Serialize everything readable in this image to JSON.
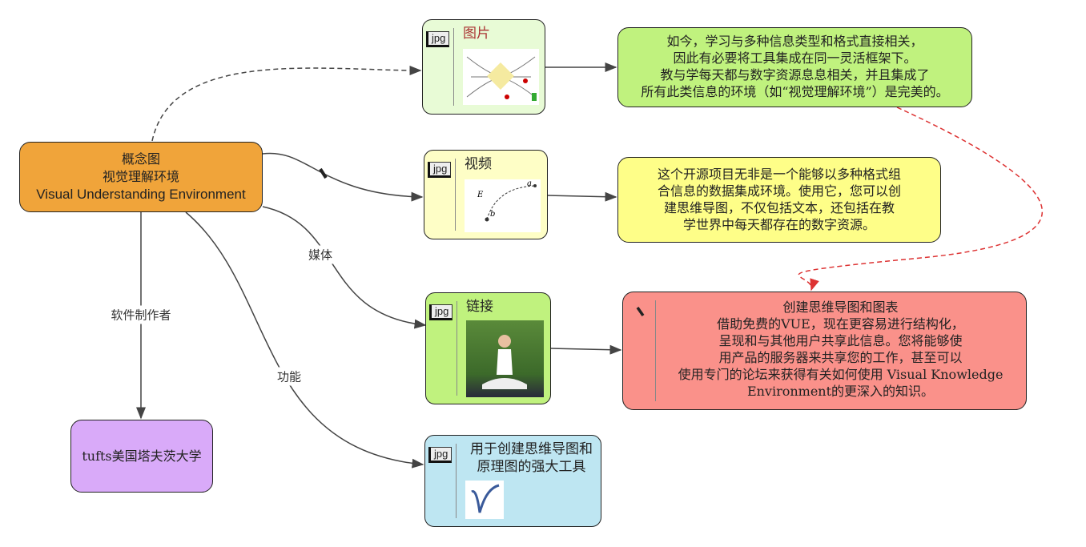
{
  "central": {
    "lines": [
      "概念图",
      "视觉理解环境",
      "Visual Understanding Environment"
    ]
  },
  "tufts": {
    "label": "tufts美国塔夫茨大学"
  },
  "resources": [
    {
      "tag": "jpg",
      "title": "图片"
    },
    {
      "tag": "jpg",
      "title": "视频",
      "img_labels": [
        "E",
        "a",
        "b"
      ]
    },
    {
      "tag": "jpg",
      "title": "链接"
    },
    {
      "tag": "jpg",
      "title": "用于创建思维导图和原理图的强大工具"
    }
  ],
  "edge_labels": {
    "media": "媒体",
    "function": "功能",
    "author": "软件制作者"
  },
  "notes": [
    {
      "lines": [
        "如今，学习与多种信息类型和格式直接相关，",
        "因此有必要将工具集成在同一灵活框架下。",
        "教与学每天都与数字资源息息相关，并且集成了",
        "所有此类信息的环境（如“视觉理解环境”）是完美的。"
      ]
    },
    {
      "lines": [
        "这个开源项目无非是一个能够以多种格式组",
        "合信息的数据集成环境。使用它，您可以创",
        "建思维导图，不仅包括文本，还包括在教",
        "学世界中每天都存在的数字资源。"
      ]
    },
    {
      "lines": [
        "创建思维导图和图表",
        "借助免费的VUE，现在更容易进行结构化，",
        "呈现和与其他用户共享此信息。您将能够使",
        "用产品的服务器来共享您的工作，甚至可以",
        "使用专门的论坛来获得有关如何使用 Visual Knowledge",
        "Environment的更深入的知识。"
      ]
    }
  ],
  "colors": {
    "central": "#f0a43a",
    "tufts": "#d9aaf9",
    "pic": "#e8fbd6",
    "video": "#fefec6",
    "link": "#c0f27e",
    "tool": "#bee6f2",
    "note1": "#c0f27e",
    "note2": "#fefe88",
    "note3": "#fa918a",
    "dashed_red": "#d33"
  }
}
